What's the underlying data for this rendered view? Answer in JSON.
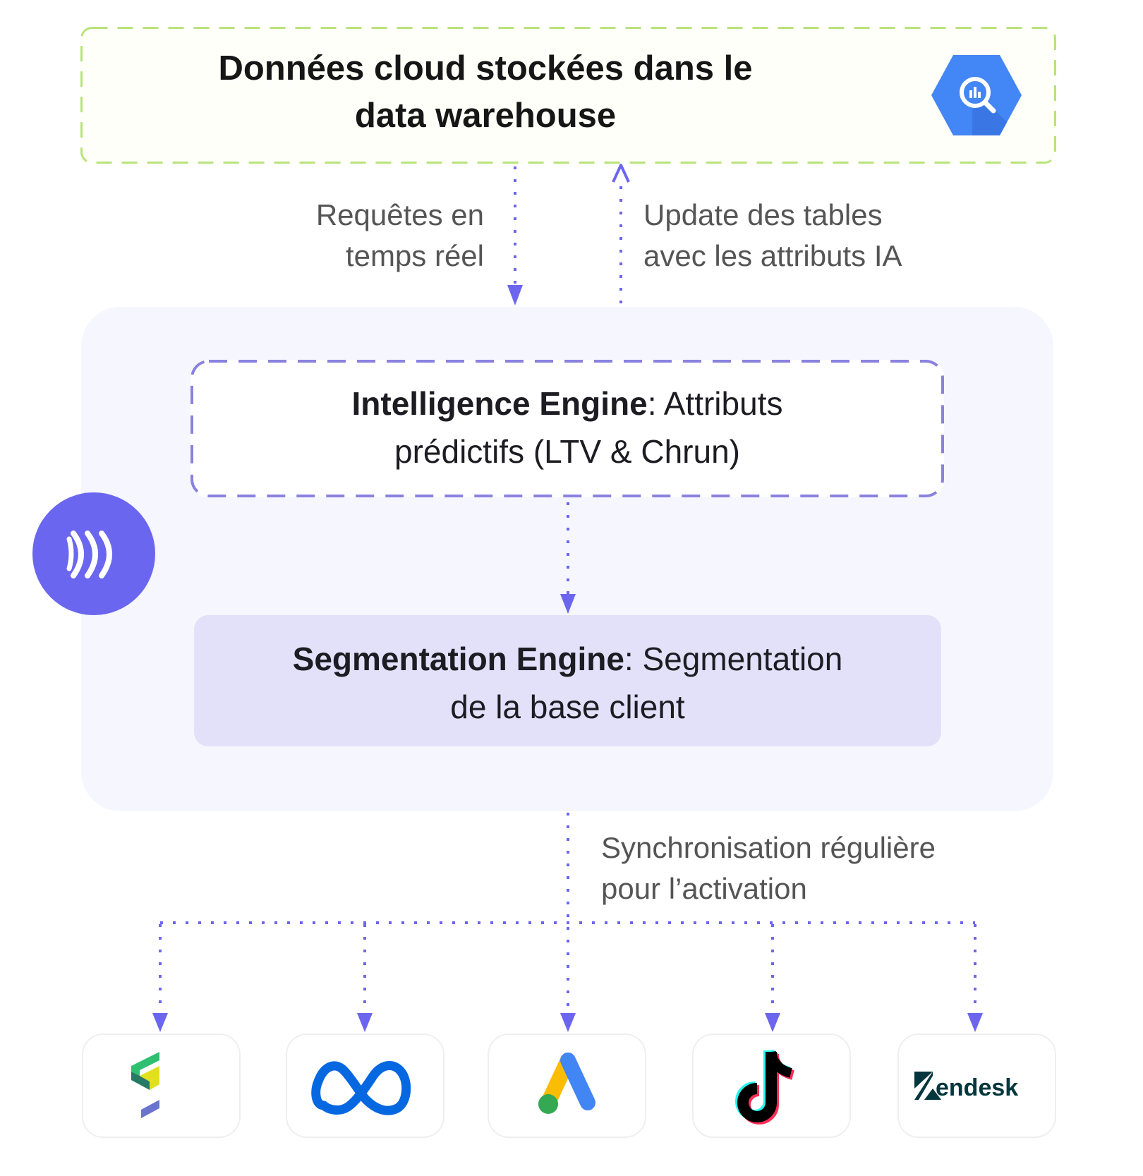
{
  "warehouse": {
    "title_line1": "Données cloud stockées dans le",
    "title_line2": "data warehouse",
    "icon": "bigquery-icon",
    "border_color": "#b9e37a",
    "icon_color": "#4285f4"
  },
  "flows": {
    "requests_line1": "Requêtes en",
    "requests_line2": "temps réel",
    "update_line1": "Update des tables",
    "update_line2": "avec les attributs IA",
    "sync_line1": "Synchronisation régulière",
    "sync_line2": "pour l’activation",
    "arrow_color": "#6c66ee"
  },
  "engine_panel": {
    "brand_icon": "sound-waves-icon",
    "brand_color": "#6b66ef",
    "intelligence": {
      "name": "Intelligence Engine",
      "separator": ": ",
      "description_part1": "Attributs",
      "description_part2": "prédictifs (LTV & Chrun)"
    },
    "segmentation": {
      "name": "Segmentation Engine",
      "separator": ": ",
      "description_part1": "Segmentation",
      "description_part2": "de la base client"
    }
  },
  "destinations": [
    {
      "name": "Salesforce Marketing / Splio-style logo",
      "icon": "stacked-chevron-logo-icon"
    },
    {
      "name": "Meta",
      "icon": "meta-infinity-icon"
    },
    {
      "name": "Google Ads",
      "icon": "google-ads-icon"
    },
    {
      "name": "TikTok",
      "icon": "tiktok-note-icon"
    },
    {
      "name": "Zendesk",
      "icon": "zendesk-logo-icon",
      "wordmark": "endesk"
    }
  ]
}
